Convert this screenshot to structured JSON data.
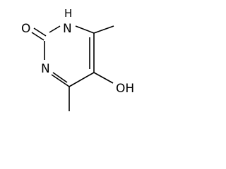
{
  "molecule": {
    "atoms": {
      "oxygen_carbonyl": "O",
      "nh_nitrogen": "N",
      "nh_hydrogen": "H",
      "ring_nitrogen": "N",
      "hydroxyl": "OH"
    },
    "bonds": [
      {
        "from": "C2",
        "to": "O",
        "order": 2
      },
      {
        "from": "C2",
        "to": "N1",
        "order": 1
      },
      {
        "from": "N1",
        "to": "C6",
        "order": 1
      },
      {
        "from": "C6",
        "to": "C5",
        "order": 2
      },
      {
        "from": "C5",
        "to": "C4",
        "order": 1
      },
      {
        "from": "C4",
        "to": "N3",
        "order": 2
      },
      {
        "from": "N3",
        "to": "C2",
        "order": 1
      },
      {
        "from": "C6",
        "to": "CH3",
        "order": 1
      },
      {
        "from": "C5",
        "to": "OH",
        "order": 1
      },
      {
        "from": "C4",
        "to": "CH3",
        "order": 1
      }
    ]
  }
}
